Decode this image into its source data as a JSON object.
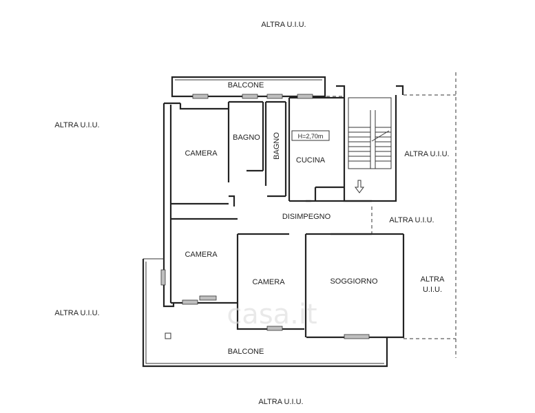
{
  "neighbors": {
    "top": "ALTRA U.I.U.",
    "left_upper": "ALTRA U.I.U.",
    "left_lower": "ALTRA U.I.U.",
    "bottom": "ALTRA U.I.U.",
    "right_stair": "ALTRA U.I.U.",
    "right_mid": "ALTRA U.I.U.",
    "right_lower_line1": "ALTRA",
    "right_lower_line2": "U.I.U."
  },
  "rooms": {
    "balcone_top": "BALCONE",
    "camera_top": "CAMERA",
    "bagno_1": "BAGNO",
    "bagno_2": "BAGNO",
    "cucina": "CUCINA",
    "height_note": "H=2,70m",
    "disimpegno": "DISIMPEGNO",
    "camera_left": "CAMERA",
    "camera_mid": "CAMERA",
    "soggiorno": "SOGGIORNO",
    "balcone_bottom": "BALCONE"
  },
  "watermark": "casa.it"
}
